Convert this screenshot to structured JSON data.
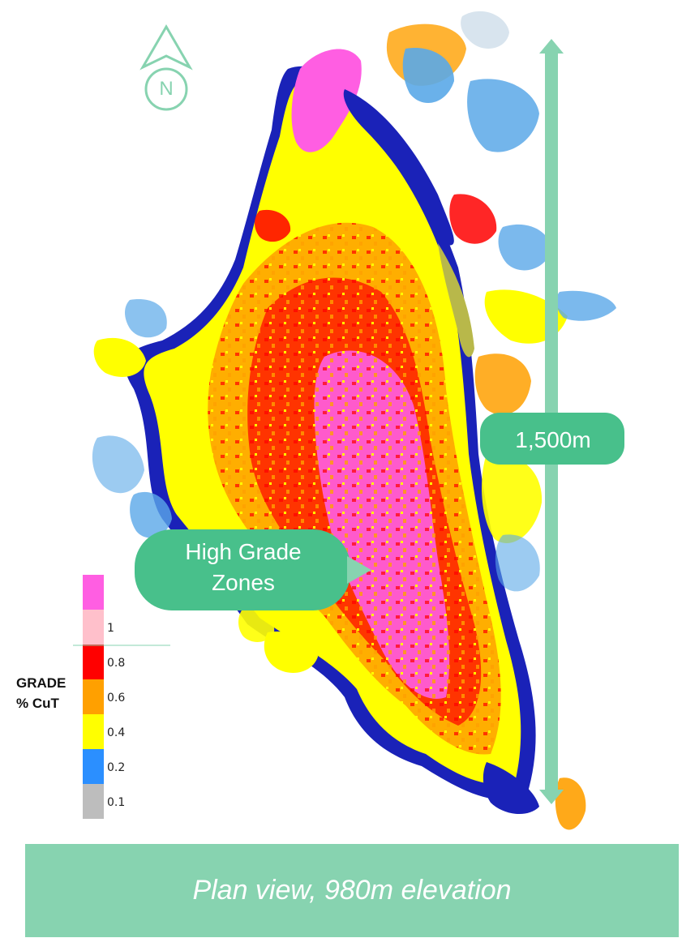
{
  "north_arrow": {
    "letter": "N",
    "icon": "north-arrow-icon"
  },
  "scale_bar": {
    "label": "1,500m",
    "color": "#87d3b0"
  },
  "callout": {
    "line1": "High Grade",
    "line2": "Zones",
    "color": "#48c08b"
  },
  "legend": {
    "title_line1": "GRADE",
    "title_line2": "% CuT",
    "bins": [
      {
        "color": "#ff5ee2",
        "label": ""
      },
      {
        "color": "#ffc0cb",
        "label": "1"
      },
      {
        "color": "#ff0000",
        "label": "0.8"
      },
      {
        "color": "#ffa000",
        "label": "0.6"
      },
      {
        "color": "#ffff00",
        "label": "0.4"
      },
      {
        "color": "#2b8fff",
        "label": "0.2"
      },
      {
        "color": "#bdbdbd",
        "label": "0.1"
      }
    ]
  },
  "footer": {
    "caption": "Plan view, 980m elevation",
    "color": "#87d3b0"
  },
  "colors": {
    "rim": "#1a22b8",
    "light_blue": "#5aa8e8",
    "olive": "#b8b84a"
  }
}
